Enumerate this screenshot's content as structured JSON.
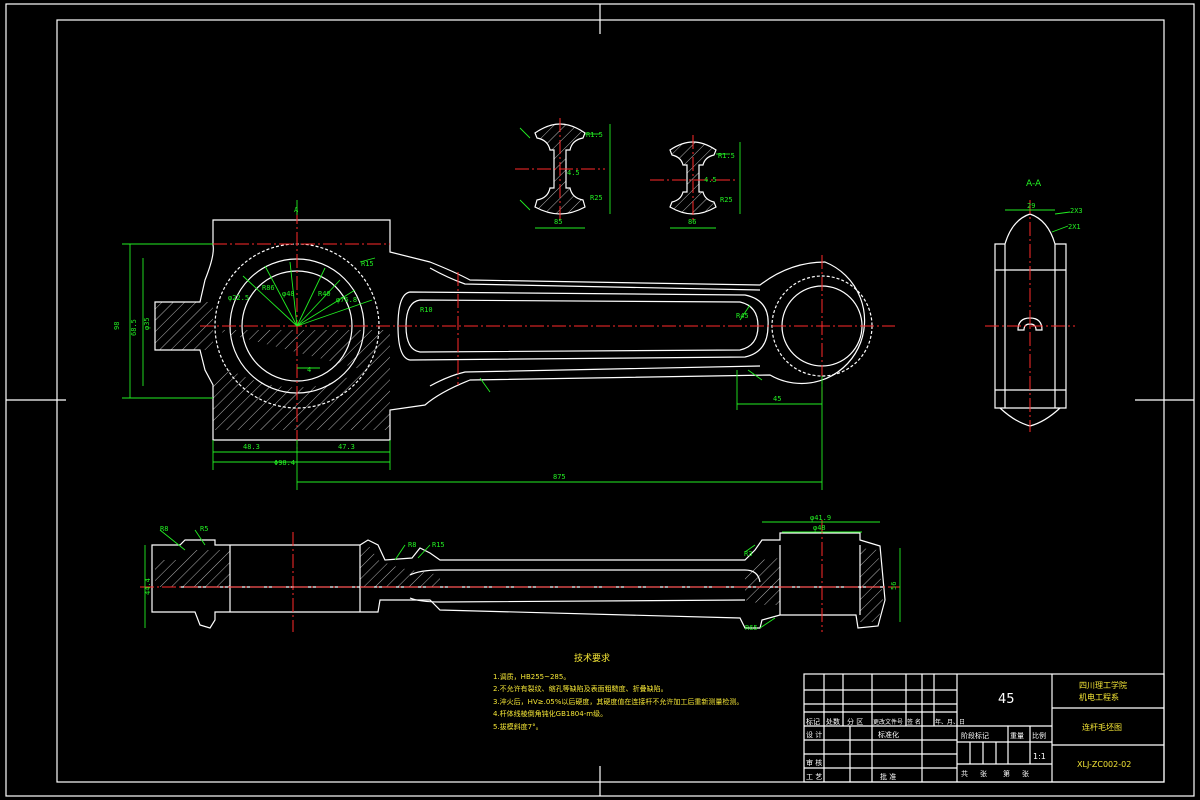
{
  "section_label": "A-A",
  "view_marker_A": "A",
  "dimensions": {
    "main_top": [
      "R15",
      "φ22.5",
      "R86",
      "φ48",
      "R40",
      "φ76.8",
      "R10",
      "R45",
      "4"
    ],
    "main_bottom": [
      "48.3",
      "47.3",
      "Φ98.4",
      "875",
      "45"
    ],
    "main_left": [
      "98",
      "68.5",
      "φ35"
    ],
    "section1": [
      "R1.5",
      "R25",
      "4.5",
      "85"
    ],
    "section2": [
      "R1.5",
      "R25",
      "4.5",
      "86"
    ],
    "side": [
      "29",
      "2X3",
      "2X1"
    ],
    "bottom_view": [
      "R8",
      "R5",
      "R8",
      "R15",
      "φ41.9",
      "φ48",
      "R3",
      "44.4",
      "R65",
      "56"
    ]
  },
  "tech_requirements": {
    "title": "技术要求",
    "items": [
      "1.调质，HB255~285。",
      "2.不允许有裂纹、缩孔等缺陷及表面粗糙度、折叠缺陷。",
      "3.淬火后，HV≥.05%以后硬度，其硬度值在连接杆不允许加工后重新测量检测。",
      "4.杆体线棱倒角钝化GB1804-m级。",
      "5.拔模斜度7°。"
    ]
  },
  "title_block": {
    "material": "45",
    "organization_line1": "四川理工学院",
    "organization_line2": "机电工程系",
    "drawing_name": "连杆毛坯图",
    "drawing_number": "XLJ-ZC002-02",
    "scale": "1:1",
    "headers": [
      "标记",
      "处数",
      "分 区",
      "更改文件号",
      "签 名",
      "年、月、日"
    ],
    "row_design": "设 计",
    "row_standard": "标准化",
    "row_check": "审 核",
    "row_process": "工 艺",
    "row_approve": "批 准",
    "stage_label": "阶段标记",
    "weight_label": "重量",
    "scale_label": "比例",
    "sheets_total": "共",
    "sheets_label": "张",
    "sheet_no": "第",
    "sheet_label": "张"
  }
}
